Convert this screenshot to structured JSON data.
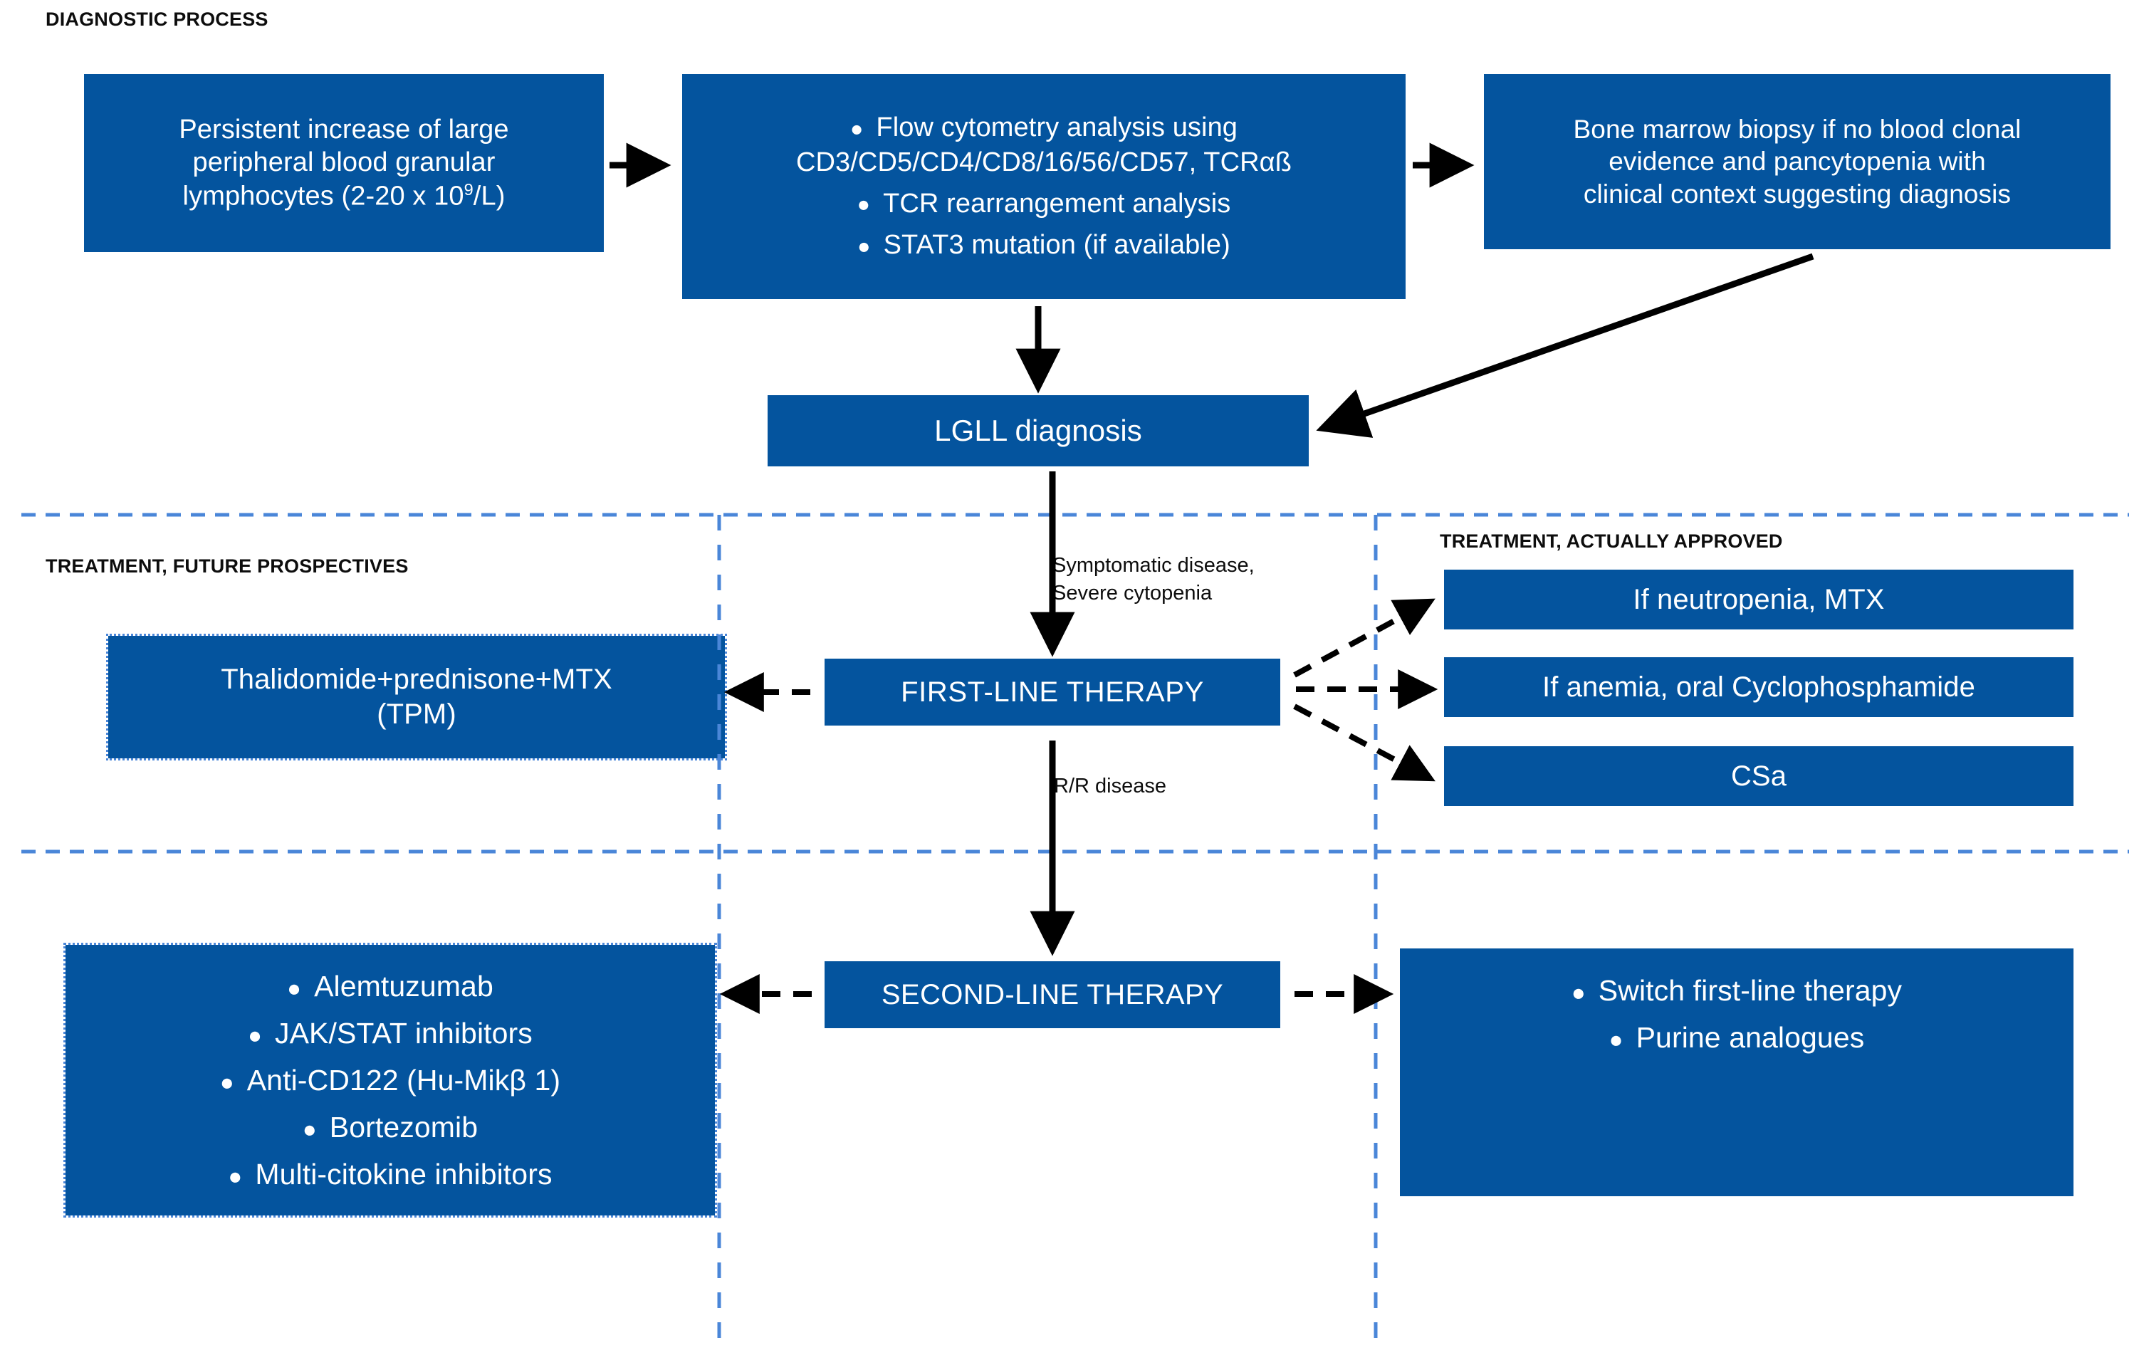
{
  "page": {
    "title": "LGLL diagnostic process and treatment flowchart",
    "bg_color": "#ffffff",
    "box_color": "#04549E",
    "divider_color": "#4A86D8",
    "arrow_color": "#000000",
    "text_color": "#ffffff"
  },
  "sections": {
    "diagnostic": {
      "header": "DIAGNOSTIC PROCESS"
    },
    "future": {
      "header": "TREATMENT, FUTURE PROSPECTIVES"
    },
    "approved": {
      "header": "TREATMENT, ACTUALLY APPROVED"
    }
  },
  "boxes": {
    "persistent_increase": {
      "lines": [
        "Persistent increase of large",
        "peripheral blood granular",
        "lymphocytes (2-20 x 10⁹/L)"
      ]
    },
    "lab_workup": {
      "bullets": [
        "Flow cytometry analysis using",
        "TCR rearrangement analysis",
        "STAT3 mutation (if available)"
      ],
      "flow_panel": "CD3/CD5/CD4/CD8/16/56/CD57, TCRαß"
    },
    "bone_marrow": {
      "lines": [
        "Bone marrow biopsy if no blood clonal",
        "evidence and pancytopenia with",
        "clinical context suggesting diagnosis"
      ]
    },
    "lgll_diagnosis": {
      "label": "LGLL diagnosis"
    },
    "first_line": {
      "label": "FIRST-LINE THERAPY"
    },
    "second_line": {
      "label": "SECOND-LINE THERAPY"
    },
    "tpm": {
      "lines": [
        "Thalidomide+prednisone+MTX",
        "(TPM)"
      ]
    },
    "if_neutropenia": {
      "label": "If neutropenia, MTX"
    },
    "if_anemia": {
      "label": "If anemia, oral Cyclophosphamide"
    },
    "csa": {
      "label": "CSa"
    },
    "future_second_line": {
      "bullets": [
        "Alemtuzumab",
        "JAK/STAT inhibitors",
        "Anti-CD122 (Hu-Mikβ 1)",
        "Bortezomib",
        "Multi-citokine inhibitors"
      ]
    },
    "approved_second_line": {
      "bullets": [
        "Switch first-line therapy",
        "Purine analogues"
      ]
    }
  },
  "edge_labels": {
    "symptomatic": [
      "Symptomatic disease,",
      "Severe cytopenia"
    ],
    "rr_disease": "R/R disease"
  }
}
